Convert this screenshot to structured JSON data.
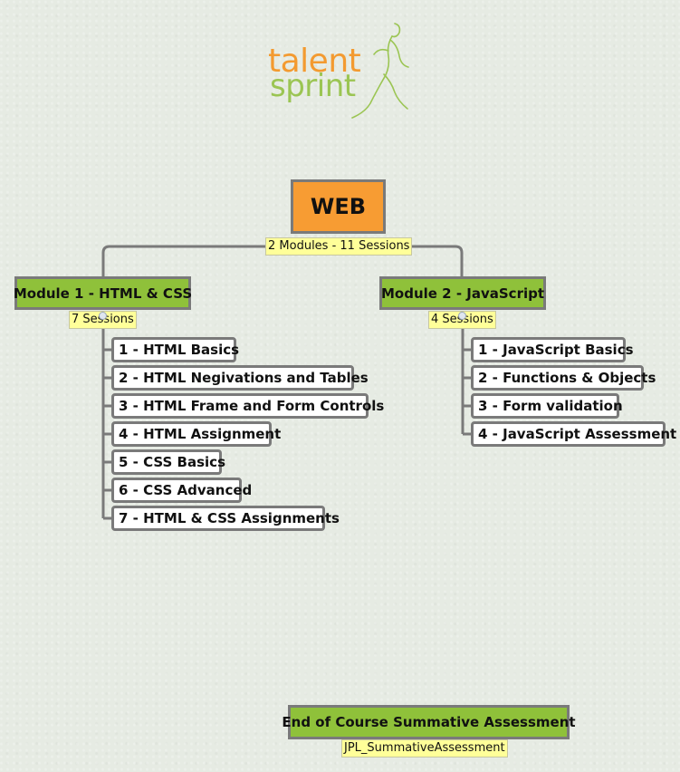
{
  "logo": {
    "line1": "talent",
    "line2": "sprint"
  },
  "colors": {
    "root_fill": "#f79c33",
    "module_fill": "#8fc13a",
    "note_fill": "#ffff99",
    "border": "#7a7a7a",
    "logo_orange": "#f39a30",
    "logo_green": "#9bc553"
  },
  "root": {
    "title": "WEB",
    "note": "2 Modules  - 11 Sessions"
  },
  "modules": [
    {
      "title": "Module 1 - HTML & CSS",
      "note": "7 Sessions",
      "sessions": [
        "1 -  HTML Basics",
        "2  - HTML Negivations and Tables",
        "3 -  HTML Frame and Form Controls",
        "4 - HTML Assignment",
        "5 -  CSS Basics",
        "6 - CSS Advanced",
        "7 -  HTML & CSS Assignments"
      ]
    },
    {
      "title": "Module 2 - JavaScript",
      "note": "4 Sessions",
      "sessions": [
        "1 - JavaScript Basics",
        "2 - Functions & Objects",
        "3  - Form validation",
        "4 - JavaScript Assessment"
      ]
    }
  ],
  "assessment": {
    "title": "End of Course Summative Assessment",
    "note": "JPL_SummativeAssessment"
  }
}
